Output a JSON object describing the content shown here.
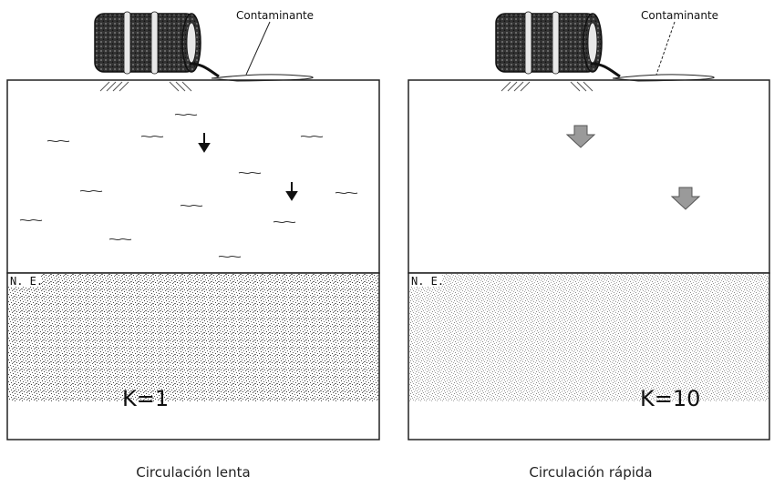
{
  "panels": [
    {
      "id": "slow",
      "contaminant_label": "Contaminante",
      "water_table_label": "N. E.",
      "k_label": "K=1",
      "caption": "Circulación lenta",
      "arrow_style": "thin"
    },
    {
      "id": "fast",
      "contaminant_label": "Contaminante",
      "water_table_label": "N. E.",
      "k_label": "K=10",
      "caption": "Circulación rápida",
      "arrow_style": "thick"
    }
  ],
  "colors": {
    "drum": "#2a2a2a",
    "drum_band": "#e8e8e8",
    "outline": "#222222",
    "stipple": "#555555",
    "block_arrow": "#9a9a9a"
  }
}
